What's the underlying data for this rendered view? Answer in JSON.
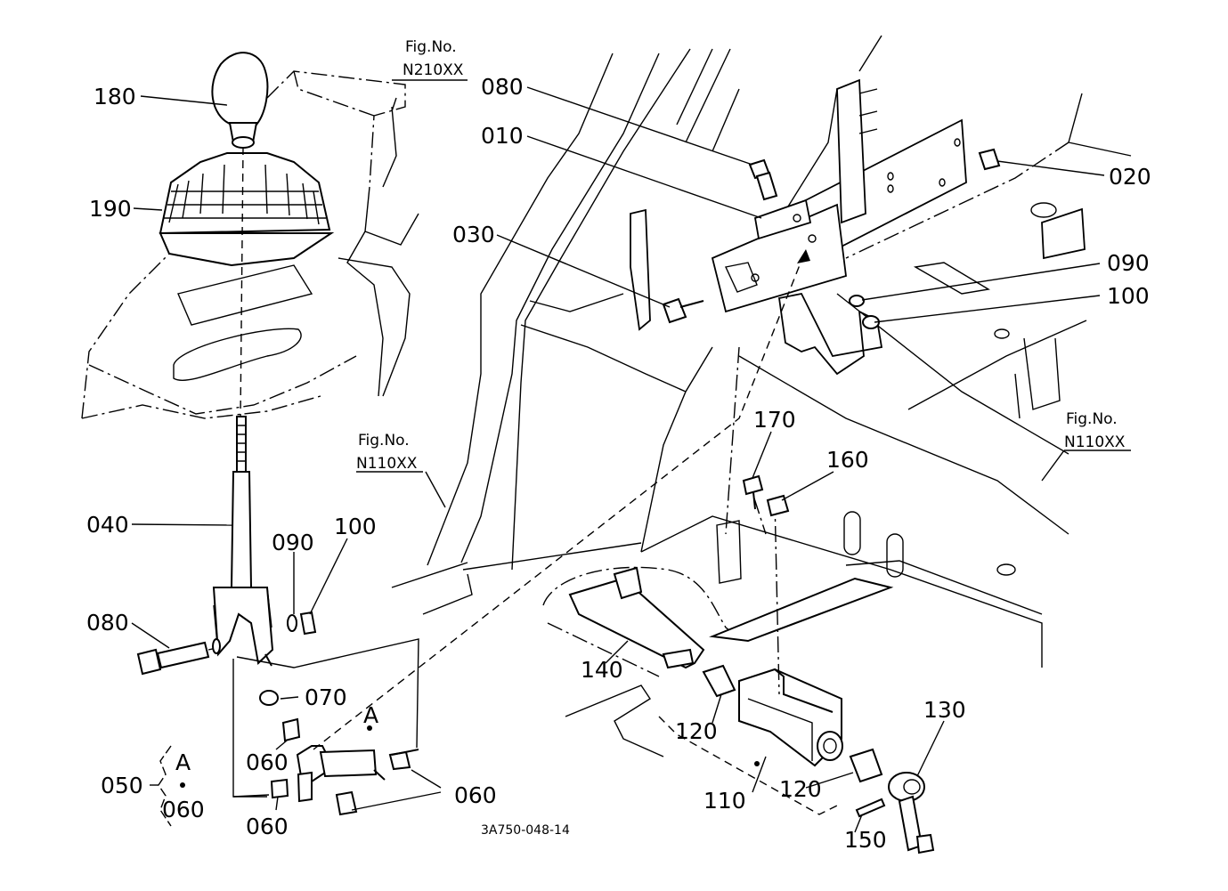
{
  "callouts": {
    "p180": "180",
    "p190": "190",
    "p040": "040",
    "p080_left": "080",
    "p090_left": "090",
    "p100_left": "100",
    "p070": "070",
    "p060_a": "060",
    "p060_b": "060",
    "p060_c": "060",
    "p050": "050",
    "p060_d": "060",
    "p080_top": "080",
    "p010": "010",
    "p030": "030",
    "p020": "020",
    "p090_right": "090",
    "p100_right": "100",
    "p170": "170",
    "p160": "160",
    "p140": "140",
    "p120_a": "120",
    "p110": "110",
    "p120_b": "120",
    "p130": "130",
    "p150": "150"
  },
  "detail_marks": {
    "detail_a_top": "A",
    "detail_a_bracket": "A"
  },
  "fig_refs": {
    "top": {
      "line1": "Fig.No.",
      "line2": "N210XX"
    },
    "middle": {
      "line1": "Fig.No.",
      "line2": "N110XX"
    },
    "right": {
      "line1": "Fig.No.",
      "line2": "N110XX"
    }
  },
  "drawing_code": "3A750-048-14",
  "colors": {
    "ink": "#000000",
    "paper": "#ffffff"
  }
}
